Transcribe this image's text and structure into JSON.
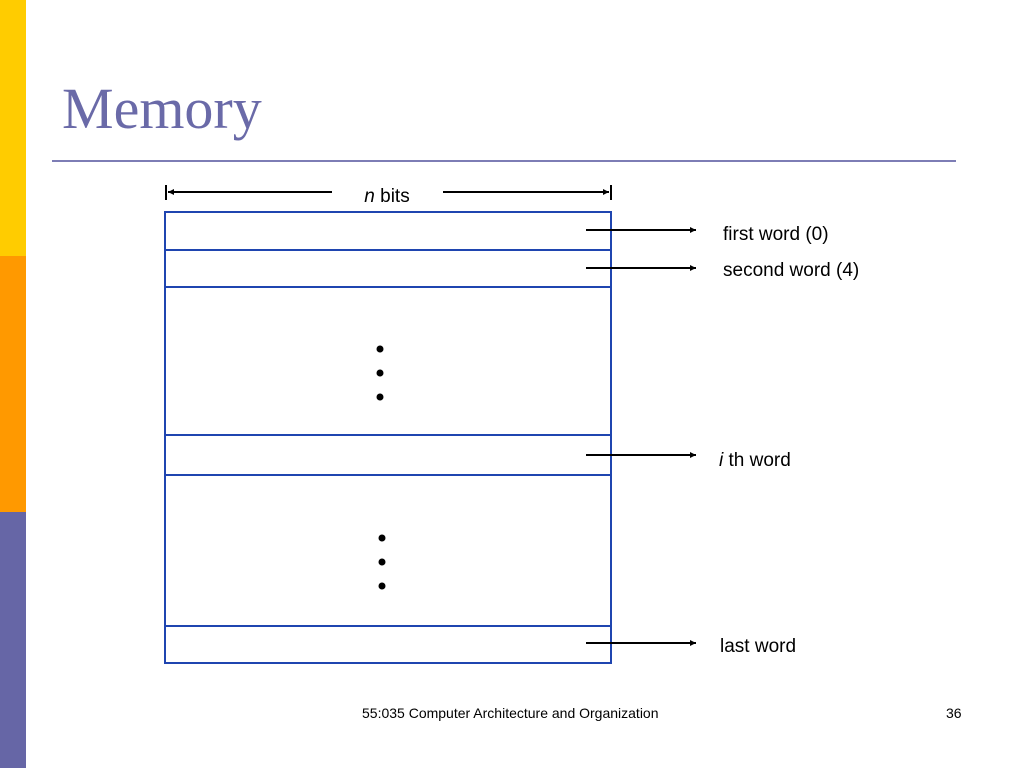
{
  "slide": {
    "title": "Memory",
    "footer_course": "55:035 Computer Architecture and Organization",
    "page_number": "36"
  },
  "diagram": {
    "width_label_var": "n",
    "width_label_unit": " bits",
    "labels": {
      "first_word": "first word (0)",
      "second_word": "second word (4)",
      "ith_var": "i",
      "ith_suffix": " th word",
      "last_word": "last word"
    }
  },
  "colors": {
    "accent_yellow": "#ffcc00",
    "accent_orange": "#ff9900",
    "accent_purple": "#6666a6",
    "title": "#6a6aa8",
    "memory_lines": "#1f45b0"
  }
}
